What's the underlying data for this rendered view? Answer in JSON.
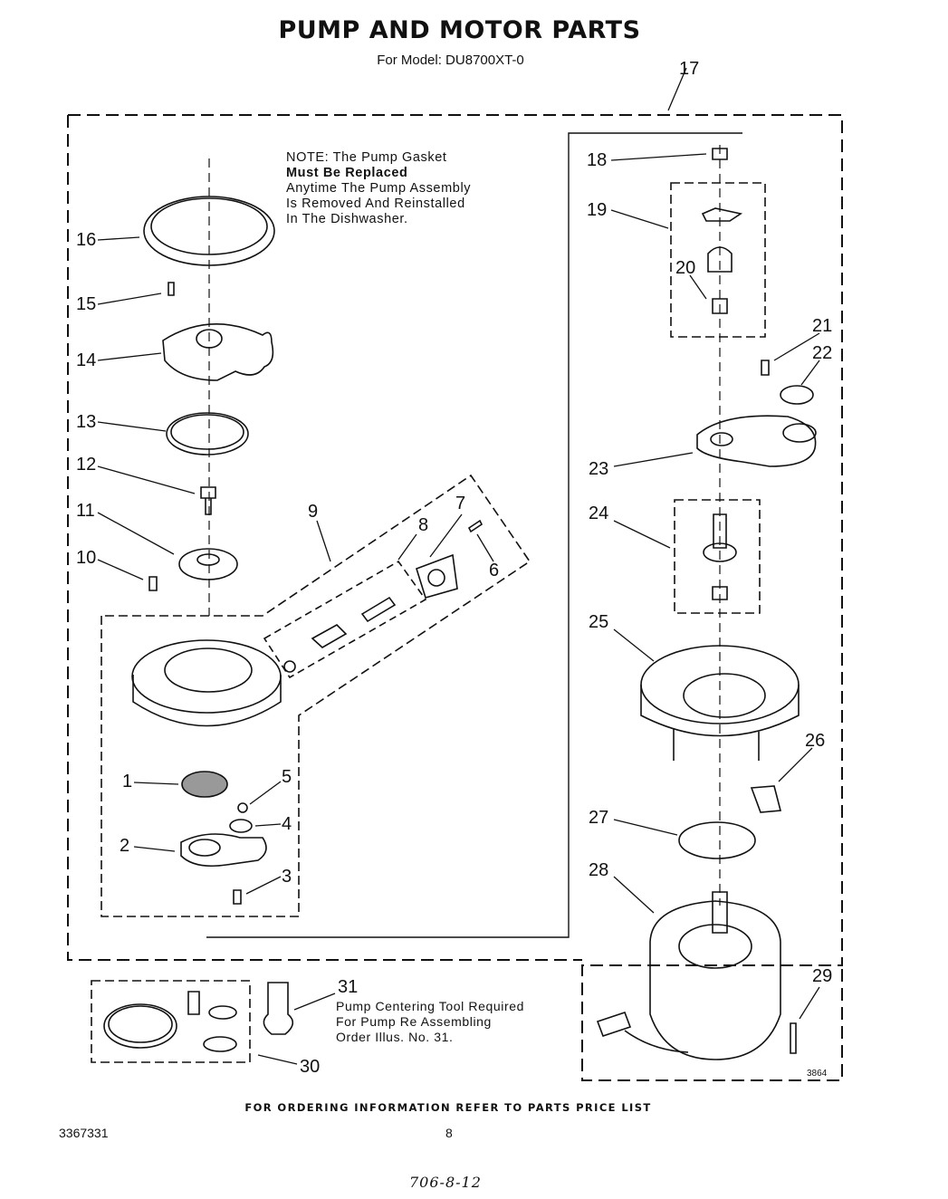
{
  "header": {
    "title": "PUMP AND MOTOR PARTS",
    "subtitle": "For Model: DU8700XT-0"
  },
  "note": {
    "lines": [
      "NOTE: The Pump Gasket",
      "Must Be Replaced",
      "Anytime The Pump Assembly",
      "Is Removed And Reinstalled",
      "In The Dishwasher."
    ]
  },
  "tool_note": {
    "lines": [
      "Pump Centering Tool Required",
      "For Pump Re Assembling",
      "Order Illus. No. 31."
    ]
  },
  "callouts": [
    "1",
    "2",
    "3",
    "4",
    "5",
    "6",
    "7",
    "8",
    "9",
    "10",
    "11",
    "12",
    "13",
    "14",
    "15",
    "16",
    "17",
    "18",
    "19",
    "20",
    "21",
    "22",
    "23",
    "24",
    "25",
    "26",
    "27",
    "28",
    "29",
    "30",
    "31"
  ],
  "footer": {
    "ordering_info": "FOR ORDERING INFORMATION REFER TO PARTS PRICE LIST",
    "doc_number": "3367331",
    "page_number": "8",
    "handwritten": "706-8-12",
    "diagram_ref": "3864"
  }
}
